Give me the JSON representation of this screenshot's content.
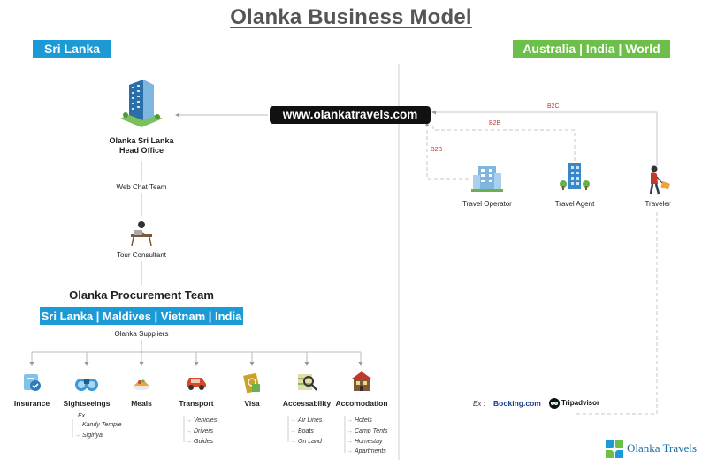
{
  "title": "Olanka Business Model",
  "left_badge": "Sri Lanka",
  "right_badge": "Australia | India | World",
  "website": "www.olankatravels.com",
  "head_office": {
    "line1": "Olanka Sri Lanka",
    "line2": "Head Office"
  },
  "web_chat_team": "Web Chat Team",
  "tour_consultant": "Tour Consultant",
  "procurement_team": "Olanka Procurement Team",
  "procurement_countries": "Sri Lanka | Maldives | Vietnam | India",
  "suppliers": "Olanka Suppliers",
  "right_actors": [
    {
      "label": "Travel Operator",
      "icon": "building-icon"
    },
    {
      "label": "Travel Agent",
      "icon": "tower-icon"
    },
    {
      "label": "Traveler",
      "icon": "traveler-icon"
    }
  ],
  "channels": {
    "b2c": "B2C",
    "b2b_top": "B2B",
    "b2b_left": "B2B"
  },
  "categories": [
    {
      "label": "Insurance",
      "icon": "insurance-icon",
      "items": []
    },
    {
      "label": "Sightseeings",
      "icon": "binoculars-icon",
      "items": [
        "Ex :",
        "Kandy Temple",
        "Sigiriya"
      ]
    },
    {
      "label": "Meals",
      "icon": "meal-icon",
      "items": []
    },
    {
      "label": "Transport",
      "icon": "car-icon",
      "items": [
        "Vehicles",
        "Drivers",
        "Guides"
      ]
    },
    {
      "label": "Visa",
      "icon": "visa-icon",
      "items": []
    },
    {
      "label": "Accessability",
      "icon": "search-map-icon",
      "items": [
        "Air Lines",
        "Boats",
        "On Land"
      ]
    },
    {
      "label": "Accomodation",
      "icon": "hotel-icon",
      "items": [
        "Hotels",
        "Camp Tents",
        "Homestay",
        "Apartments"
      ]
    }
  ],
  "examples": {
    "prefix": "Ex :",
    "booking": "Booking.com",
    "tripadvisor": "Tripadvisor"
  },
  "logo": {
    "text": "Olanka Travels"
  }
}
